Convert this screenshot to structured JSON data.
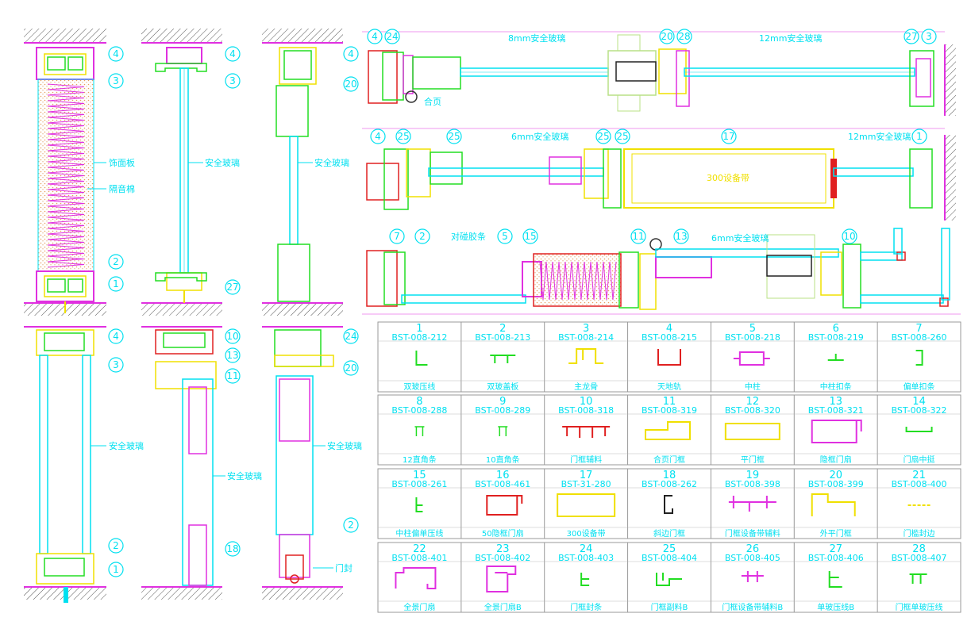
{
  "colors": {
    "cyan": "#00e0f0",
    "green": "#22dd22",
    "magenta": "#e030e0",
    "yellow": "#f0e000",
    "red": "#e02020",
    "grid": "#999999",
    "hatch": "#555555"
  },
  "left_sections": {
    "s1_labels": {
      "facing": "饰面板",
      "insulation": "隔音棉"
    },
    "glass": "安全玻璃",
    "door_seal": "门封"
  },
  "callouts": [
    "1",
    "2",
    "3",
    "4",
    "10",
    "11",
    "13",
    "18",
    "20",
    "24",
    "27"
  ],
  "plan_views": {
    "p1": {
      "glass_a": "8mm安全玻璃",
      "glass_b": "12mm安全玻璃",
      "hinge": "合页",
      "marks": [
        "4",
        "24",
        "20",
        "28",
        "27",
        "3"
      ]
    },
    "p2": {
      "glass_a": "6mm安全玻璃",
      "glass_b": "12mm安全玻璃",
      "band": "300设备带",
      "marks": [
        "4",
        "25",
        "25",
        "25",
        "25",
        "17",
        "1"
      ]
    },
    "p3": {
      "glass": "6mm安全玻璃",
      "strip": "对碰胶条",
      "marks": [
        "7",
        "2",
        "5",
        "15",
        "11",
        "13",
        "10"
      ]
    }
  },
  "parts_table": [
    {
      "no": "1",
      "code": "BST-008-212",
      "name": "双玻压线"
    },
    {
      "no": "2",
      "code": "BST-008-213",
      "name": "双玻盖板"
    },
    {
      "no": "3",
      "code": "BST-008-214",
      "name": "主龙骨"
    },
    {
      "no": "4",
      "code": "BST-008-215",
      "name": "天地轨"
    },
    {
      "no": "5",
      "code": "BST-008-218",
      "name": "中柱"
    },
    {
      "no": "6",
      "code": "BST-008-219",
      "name": "中柱扣条"
    },
    {
      "no": "7",
      "code": "BST-008-260",
      "name": "偏单扣条"
    },
    {
      "no": "8",
      "code": "BST-008-288",
      "name": "12直角条"
    },
    {
      "no": "9",
      "code": "BST-008-289",
      "name": "10直角条"
    },
    {
      "no": "10",
      "code": "BST-008-318",
      "name": "门框辅料"
    },
    {
      "no": "11",
      "code": "BST-008-319",
      "name": "合页门框"
    },
    {
      "no": "12",
      "code": "BST-008-320",
      "name": "平门框"
    },
    {
      "no": "13",
      "code": "BST-008-321",
      "name": "隐框门扇"
    },
    {
      "no": "14",
      "code": "BST-008-322",
      "name": "门扇中挺"
    },
    {
      "no": "15",
      "code": "BST-008-261",
      "name": "中柱偏单压线"
    },
    {
      "no": "16",
      "code": "BST-008-461",
      "name": "50隐框门扇"
    },
    {
      "no": "17",
      "code": "BST-31-280",
      "name": "300设备带"
    },
    {
      "no": "18",
      "code": "BST-008-262",
      "name": "斜边门框"
    },
    {
      "no": "19",
      "code": "BST-008-398",
      "name": "门框设备带辅料"
    },
    {
      "no": "20",
      "code": "BST-008-399",
      "name": "外平门框"
    },
    {
      "no": "21",
      "code": "BST-008-400",
      "name": "门槛封边"
    },
    {
      "no": "22",
      "code": "BST-008-401",
      "name": "全景门扇"
    },
    {
      "no": "23",
      "code": "BST-008-402",
      "name": "全景门扇B"
    },
    {
      "no": "24",
      "code": "BST-008-403",
      "name": "门框封条"
    },
    {
      "no": "25",
      "code": "BST-008-404",
      "name": "门框副料B"
    },
    {
      "no": "26",
      "code": "BST-008-405",
      "name": "门框设备带辅料B"
    },
    {
      "no": "27",
      "code": "BST-008-406",
      "name": "单玻压线B"
    },
    {
      "no": "28",
      "code": "BST-008-407",
      "name": "门框单玻压线"
    }
  ]
}
